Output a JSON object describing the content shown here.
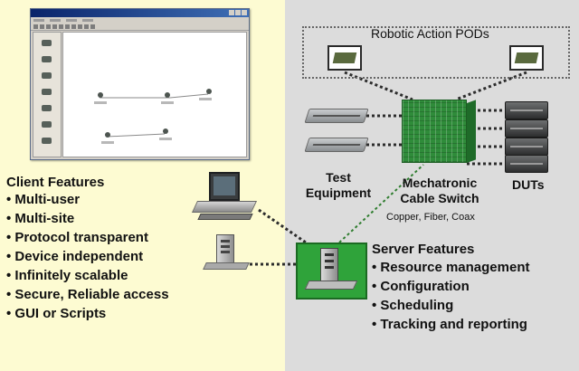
{
  "client": {
    "heading": "Client Features",
    "features": [
      "Multi-user",
      "Multi-site",
      "Protocol transparent",
      "Device independent",
      "Infinitely scalable",
      "Secure, Reliable access",
      "GUI or Scripts"
    ]
  },
  "server": {
    "heading": "Server Features",
    "features": [
      "Resource management",
      "Configuration",
      "Scheduling",
      "Tracking and reporting"
    ]
  },
  "pods_label": "Robotic Action PODs",
  "test_equipment_label": "Test\nEquipment",
  "switch_label": "Mechatronic\nCable Switch",
  "switch_sublabel": "Copper, Fiber, Coax",
  "duts_label": "DUTs",
  "colors": {
    "client_background": "#fdfbd2",
    "server_background": "#dcdcdc",
    "accent_green": "#2fa33a",
    "connection_dots": "#333333"
  },
  "icons": [
    "application-window-icon",
    "robotic-pod-icon",
    "test-equipment-icon",
    "cable-switch-icon",
    "dut-rack-icon",
    "workstation-icon",
    "tower-pc-icon",
    "server-icon"
  ]
}
